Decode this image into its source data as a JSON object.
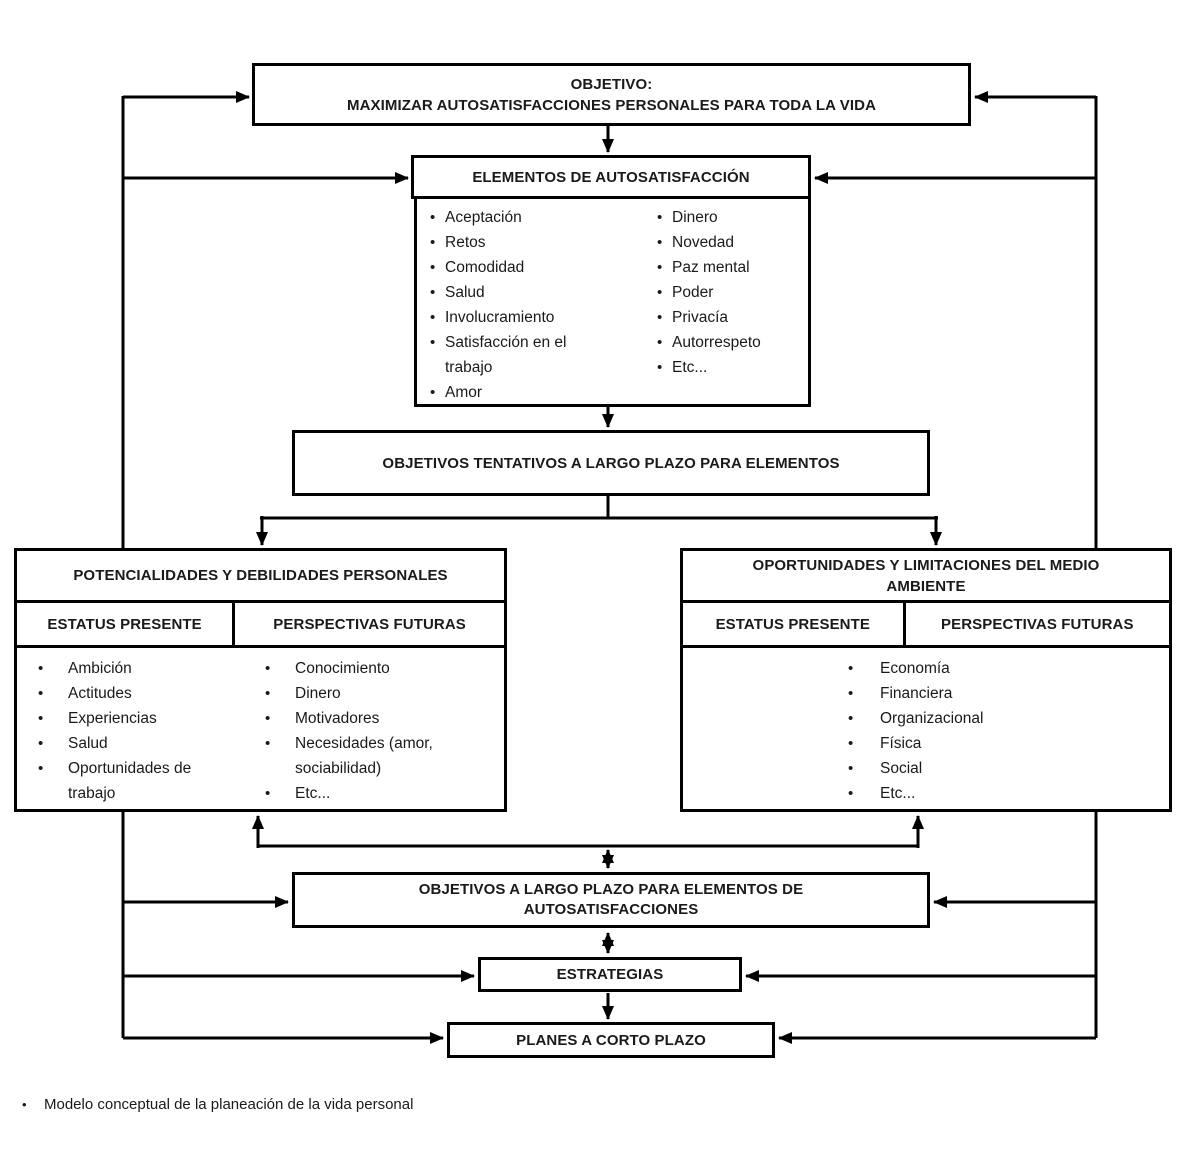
{
  "list_bullet": "•",
  "colors": {
    "line": "#000000",
    "background": "#ffffff",
    "text": "#1a1a1a"
  },
  "boxes": {
    "objetivo": {
      "line1": "OBJETIVO:",
      "line2": "MAXIMIZAR AUTOSATISFACCIONES PERSONALES PARA TODA LA VIDA"
    },
    "elementos": {
      "title": "ELEMENTOS DE AUTOSATISFACCIÓN",
      "col1": [
        "Aceptación",
        "Retos",
        "Comodidad",
        "Salud",
        "Involucramiento",
        "Satisfacción en el trabajo",
        "Amor"
      ],
      "col2": [
        "Dinero",
        "Novedad",
        "Paz mental",
        "Poder",
        "Privacía",
        "Autorrespeto",
        "Etc..."
      ]
    },
    "tentativos": {
      "title": "OBJETIVOS TENTATIVOS A LARGO PLAZO PARA ELEMENTOS"
    },
    "personales": {
      "title": "POTENCIALIDADES Y DEBILIDADES PERSONALES",
      "col1_header": "ESTATUS PRESENTE",
      "col2_header": "PERSPECTIVAS FUTURAS",
      "col1": [
        "Ambición",
        "Actitudes",
        "Experiencias",
        "Salud",
        "Oportunidades de trabajo"
      ],
      "col2": [
        "Conocimiento",
        "Dinero",
        "Motivadores",
        "Necesidades (amor, sociabilidad)",
        "Etc..."
      ]
    },
    "ambiente": {
      "title_line1": "OPORTUNIDADES Y LIMITACIONES DEL MEDIO",
      "title_line2": "AMBIENTE",
      "col1_header": "ESTATUS PRESENTE",
      "col2_header": "PERSPECTIVAS FUTURAS",
      "items": [
        "Economía",
        "Financiera",
        "Organizacional",
        "Física",
        "Social",
        "Etc..."
      ]
    },
    "largo": {
      "line1": "OBJETIVOS A LARGO PLAZO PARA ELEMENTOS DE",
      "line2": "AUTOSATISFACCIONES"
    },
    "estrategias": {
      "title": "ESTRATEGIAS"
    },
    "planes": {
      "title": "PLANES A CORTO PLAZO"
    }
  },
  "caption": {
    "bullet": "•",
    "text": "Modelo conceptual de la planeación de la vida personal"
  }
}
